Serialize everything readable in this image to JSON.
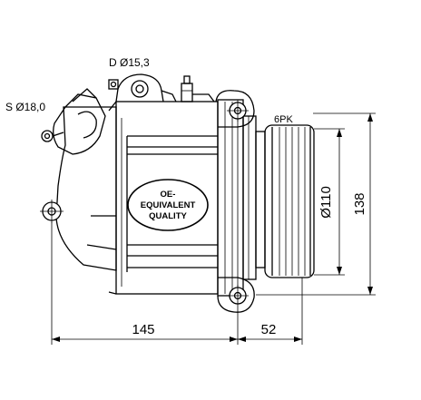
{
  "labels": {
    "discharge_port": "D Ø15,3",
    "suction_port": "S Ø18,0",
    "pulley_type": "6PK",
    "pulley_diameter": "Ø110",
    "height": "138",
    "body_length": "145",
    "pulley_offset": "52"
  },
  "badge": {
    "line1": "OE-",
    "line2": "EQUIVALENT",
    "line3": "QUALITY"
  }
}
